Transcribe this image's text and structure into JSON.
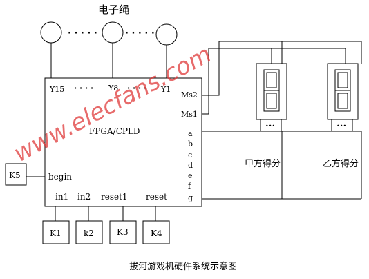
{
  "diagram": {
    "title": "电子绳",
    "caption": "拔河游戏机硬件系统示意图",
    "watermark": "www.elecfans.com",
    "chip": {
      "label": "FPGA/CPLD",
      "pins_top": [
        "Y15",
        "Y8",
        "Y1"
      ],
      "pins_right_ms": [
        "Ms2",
        "Ms1"
      ],
      "pins_right_seg": [
        "a",
        "b",
        "c",
        "d",
        "e",
        "f",
        "g"
      ],
      "pin_left": "begin",
      "pins_bottom": [
        "in1",
        "in2",
        "reset1",
        "reset"
      ]
    },
    "leds": {
      "dots": "· · · · ·"
    },
    "displays": {
      "left_label": "甲方得分",
      "right_label": "乙方得分",
      "dots": "•••",
      "digit": "8"
    },
    "keys": {
      "side": "K5",
      "bottom": [
        "K1",
        "k2",
        "K3",
        "K4"
      ]
    },
    "colors": {
      "line": "#000000",
      "watermark": "#e03a3a"
    }
  }
}
